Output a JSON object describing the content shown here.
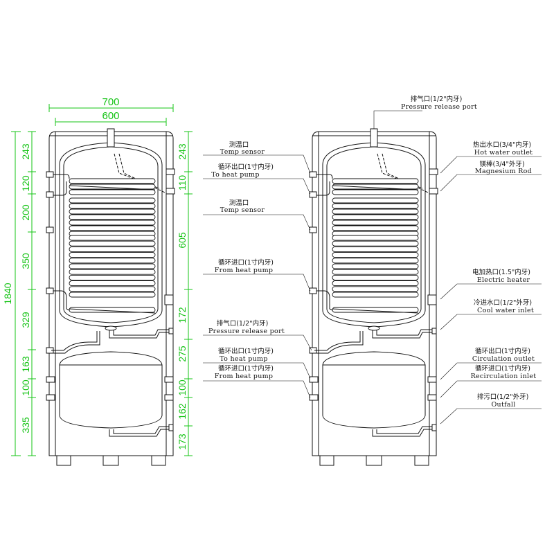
{
  "colors": {
    "dimension": "#16c416",
    "drawing": "#111111",
    "background": "#ffffff"
  },
  "width_dims": {
    "outer": "700",
    "inner": "600"
  },
  "left_dims": {
    "total": "1840",
    "segments": [
      "243",
      "120",
      "200",
      "350",
      "329",
      "163",
      "100",
      "335"
    ]
  },
  "right_dims": {
    "segments": [
      "243",
      "110",
      "605",
      "172",
      "275",
      "100",
      "162",
      "173"
    ]
  },
  "left_labels": [
    {
      "cn": "测温口",
      "en": "Temp sensor"
    },
    {
      "cn": "循环出口(1寸内牙)",
      "en": "To heat pump"
    },
    {
      "cn": "测温口",
      "en": "Temp sensor"
    },
    {
      "cn": "循环进口(1寸内牙)",
      "en": "From heat pump"
    },
    {
      "cn": "排气口(1/2\"内牙)",
      "en": "Pressure release port"
    },
    {
      "cn": "循环出口(1寸内牙)",
      "en": "To heat pump"
    },
    {
      "cn": "循环进口(1寸内牙)",
      "en": "From heat pump"
    }
  ],
  "top_label": {
    "cn": "排气口(1/2\"内牙)",
    "en": "Pressure release port"
  },
  "right_labels": [
    {
      "cn": "热出水口(3/4\"内牙)",
      "en": "Hot water outlet"
    },
    {
      "cn": "镁棒(3/4\"外牙)",
      "en": "Magnesium Rod"
    },
    {
      "cn": "电加热口(1.5\"内牙)",
      "en": "Electric heater"
    },
    {
      "cn": "冷进水口(1/2\"外牙)",
      "en": "Cool water inlet"
    },
    {
      "cn": "循环出口(1寸内牙)",
      "en": "Circulation outlet"
    },
    {
      "cn": "循环进口(1寸内牙)",
      "en": "Recirculation inlet"
    },
    {
      "cn": "排污口(1/2\"外牙)",
      "en": "Outfall"
    }
  ]
}
